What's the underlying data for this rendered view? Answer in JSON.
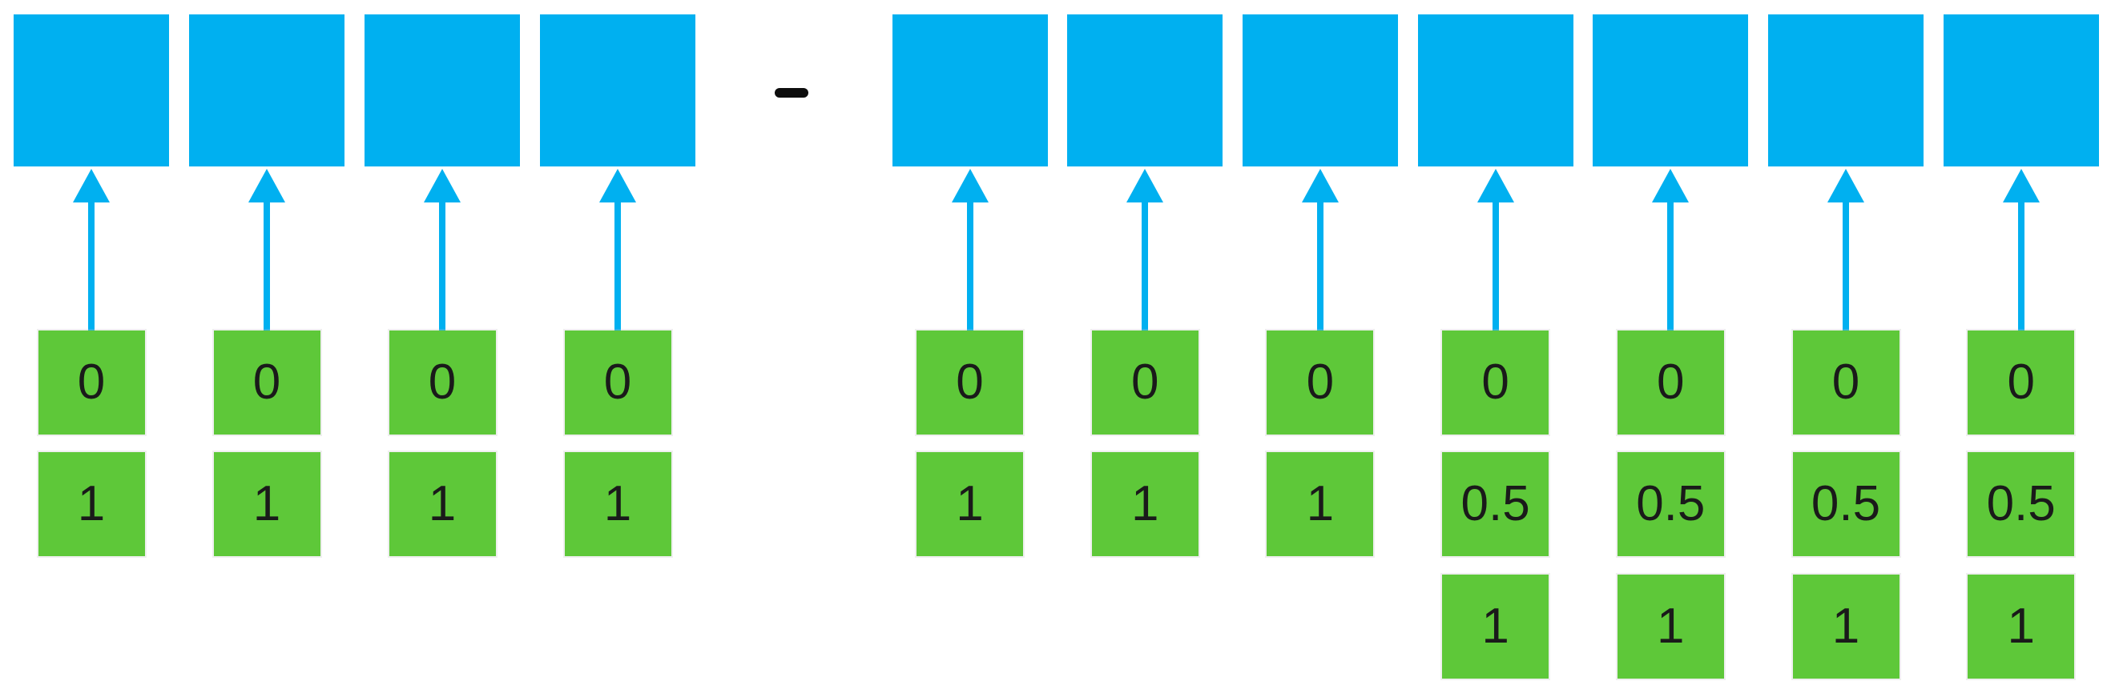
{
  "colors": {
    "blue": "#00B0F0",
    "green": "#5EC839",
    "digit": "#1A1A1A"
  },
  "separator": {
    "symbol": "−",
    "icon": "minus-icon"
  },
  "groups": [
    {
      "name": "left-group",
      "columns": [
        {
          "values": [
            "0",
            "1"
          ]
        },
        {
          "values": [
            "0",
            "1"
          ]
        },
        {
          "values": [
            "0",
            "1"
          ]
        },
        {
          "values": [
            "0",
            "1"
          ]
        }
      ]
    },
    {
      "name": "right-group",
      "columns": [
        {
          "values": [
            "0",
            "1"
          ]
        },
        {
          "values": [
            "0",
            "1"
          ]
        },
        {
          "values": [
            "0",
            "1"
          ]
        },
        {
          "values": [
            "0",
            "0.5",
            "1"
          ]
        },
        {
          "values": [
            "0",
            "0.5",
            "1"
          ]
        },
        {
          "values": [
            "0",
            "0.5",
            "1"
          ]
        },
        {
          "values": [
            "0",
            "0.5",
            "1"
          ]
        }
      ]
    }
  ]
}
